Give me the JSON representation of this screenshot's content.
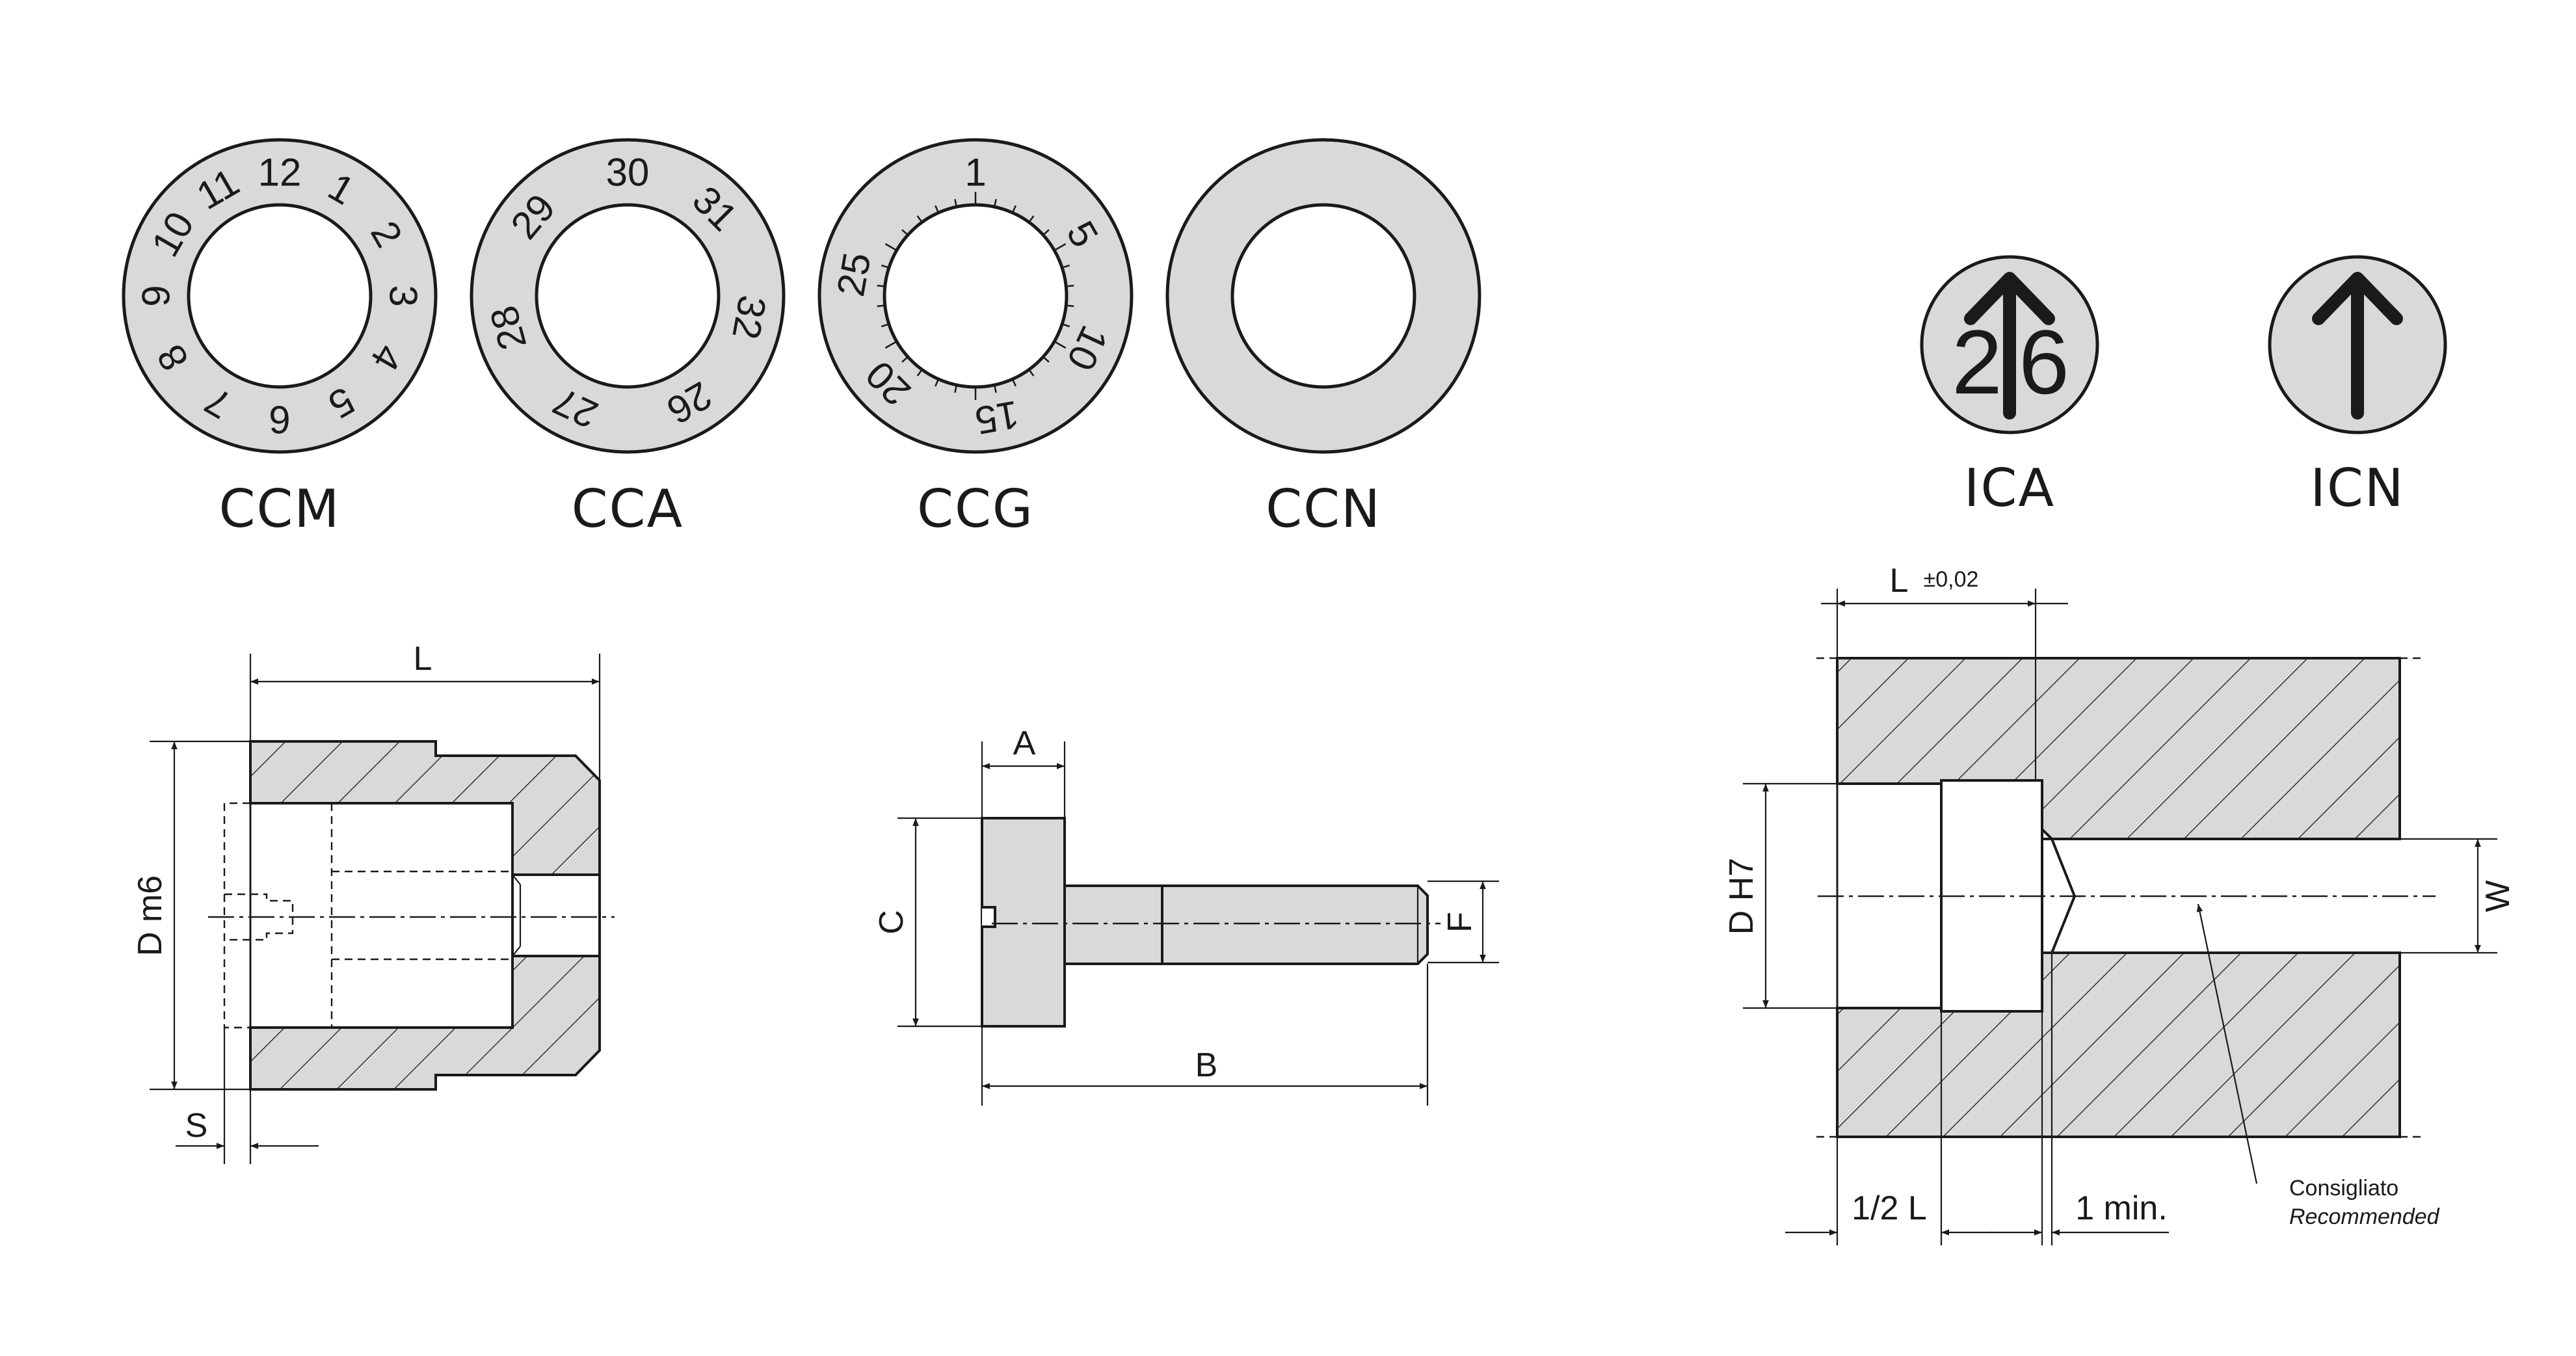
{
  "rings": [
    {
      "code": "CCM",
      "marks": [
        "12",
        "1",
        "2",
        "3",
        "4",
        "5",
        "6",
        "7",
        "8",
        "9",
        "10",
        "11"
      ]
    },
    {
      "code": "CCA",
      "marks": [
        "30",
        "31",
        "32",
        "26",
        "27",
        "28",
        "29"
      ]
    },
    {
      "code": "CCG",
      "marks": [
        "1",
        "5",
        "10",
        "15",
        "20",
        "25"
      ]
    },
    {
      "code": "CCN",
      "marks": []
    }
  ],
  "indicators": [
    {
      "code": "ICA",
      "left_digit": "2",
      "right_digit": "6"
    },
    {
      "code": "ICN"
    }
  ],
  "bushing_section": {
    "length": "L",
    "diameter": "D  m6",
    "offset": "S"
  },
  "screw": {
    "head_width": "A",
    "length": "B",
    "head_height": "C",
    "thread": "F"
  },
  "housing": {
    "length": "L",
    "tolerance": "±0,02",
    "bore": "D  H7",
    "width": "W",
    "half_length": "1/2 L",
    "minimum": "1 min.",
    "note_it": "Consigliato",
    "note_en": "Recommended"
  },
  "colors": {
    "fill": "#d9d9da",
    "line": "#1a1a1a",
    "background": "#ffffff"
  }
}
